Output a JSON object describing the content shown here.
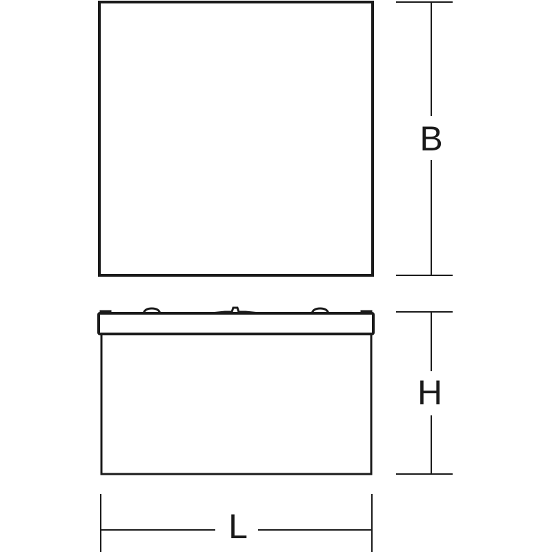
{
  "dimensions": {
    "breadth_label": "B",
    "height_label": "H",
    "length_label": "L"
  },
  "colors": {
    "stroke": "#1a1a1a",
    "background": "#ffffff"
  }
}
